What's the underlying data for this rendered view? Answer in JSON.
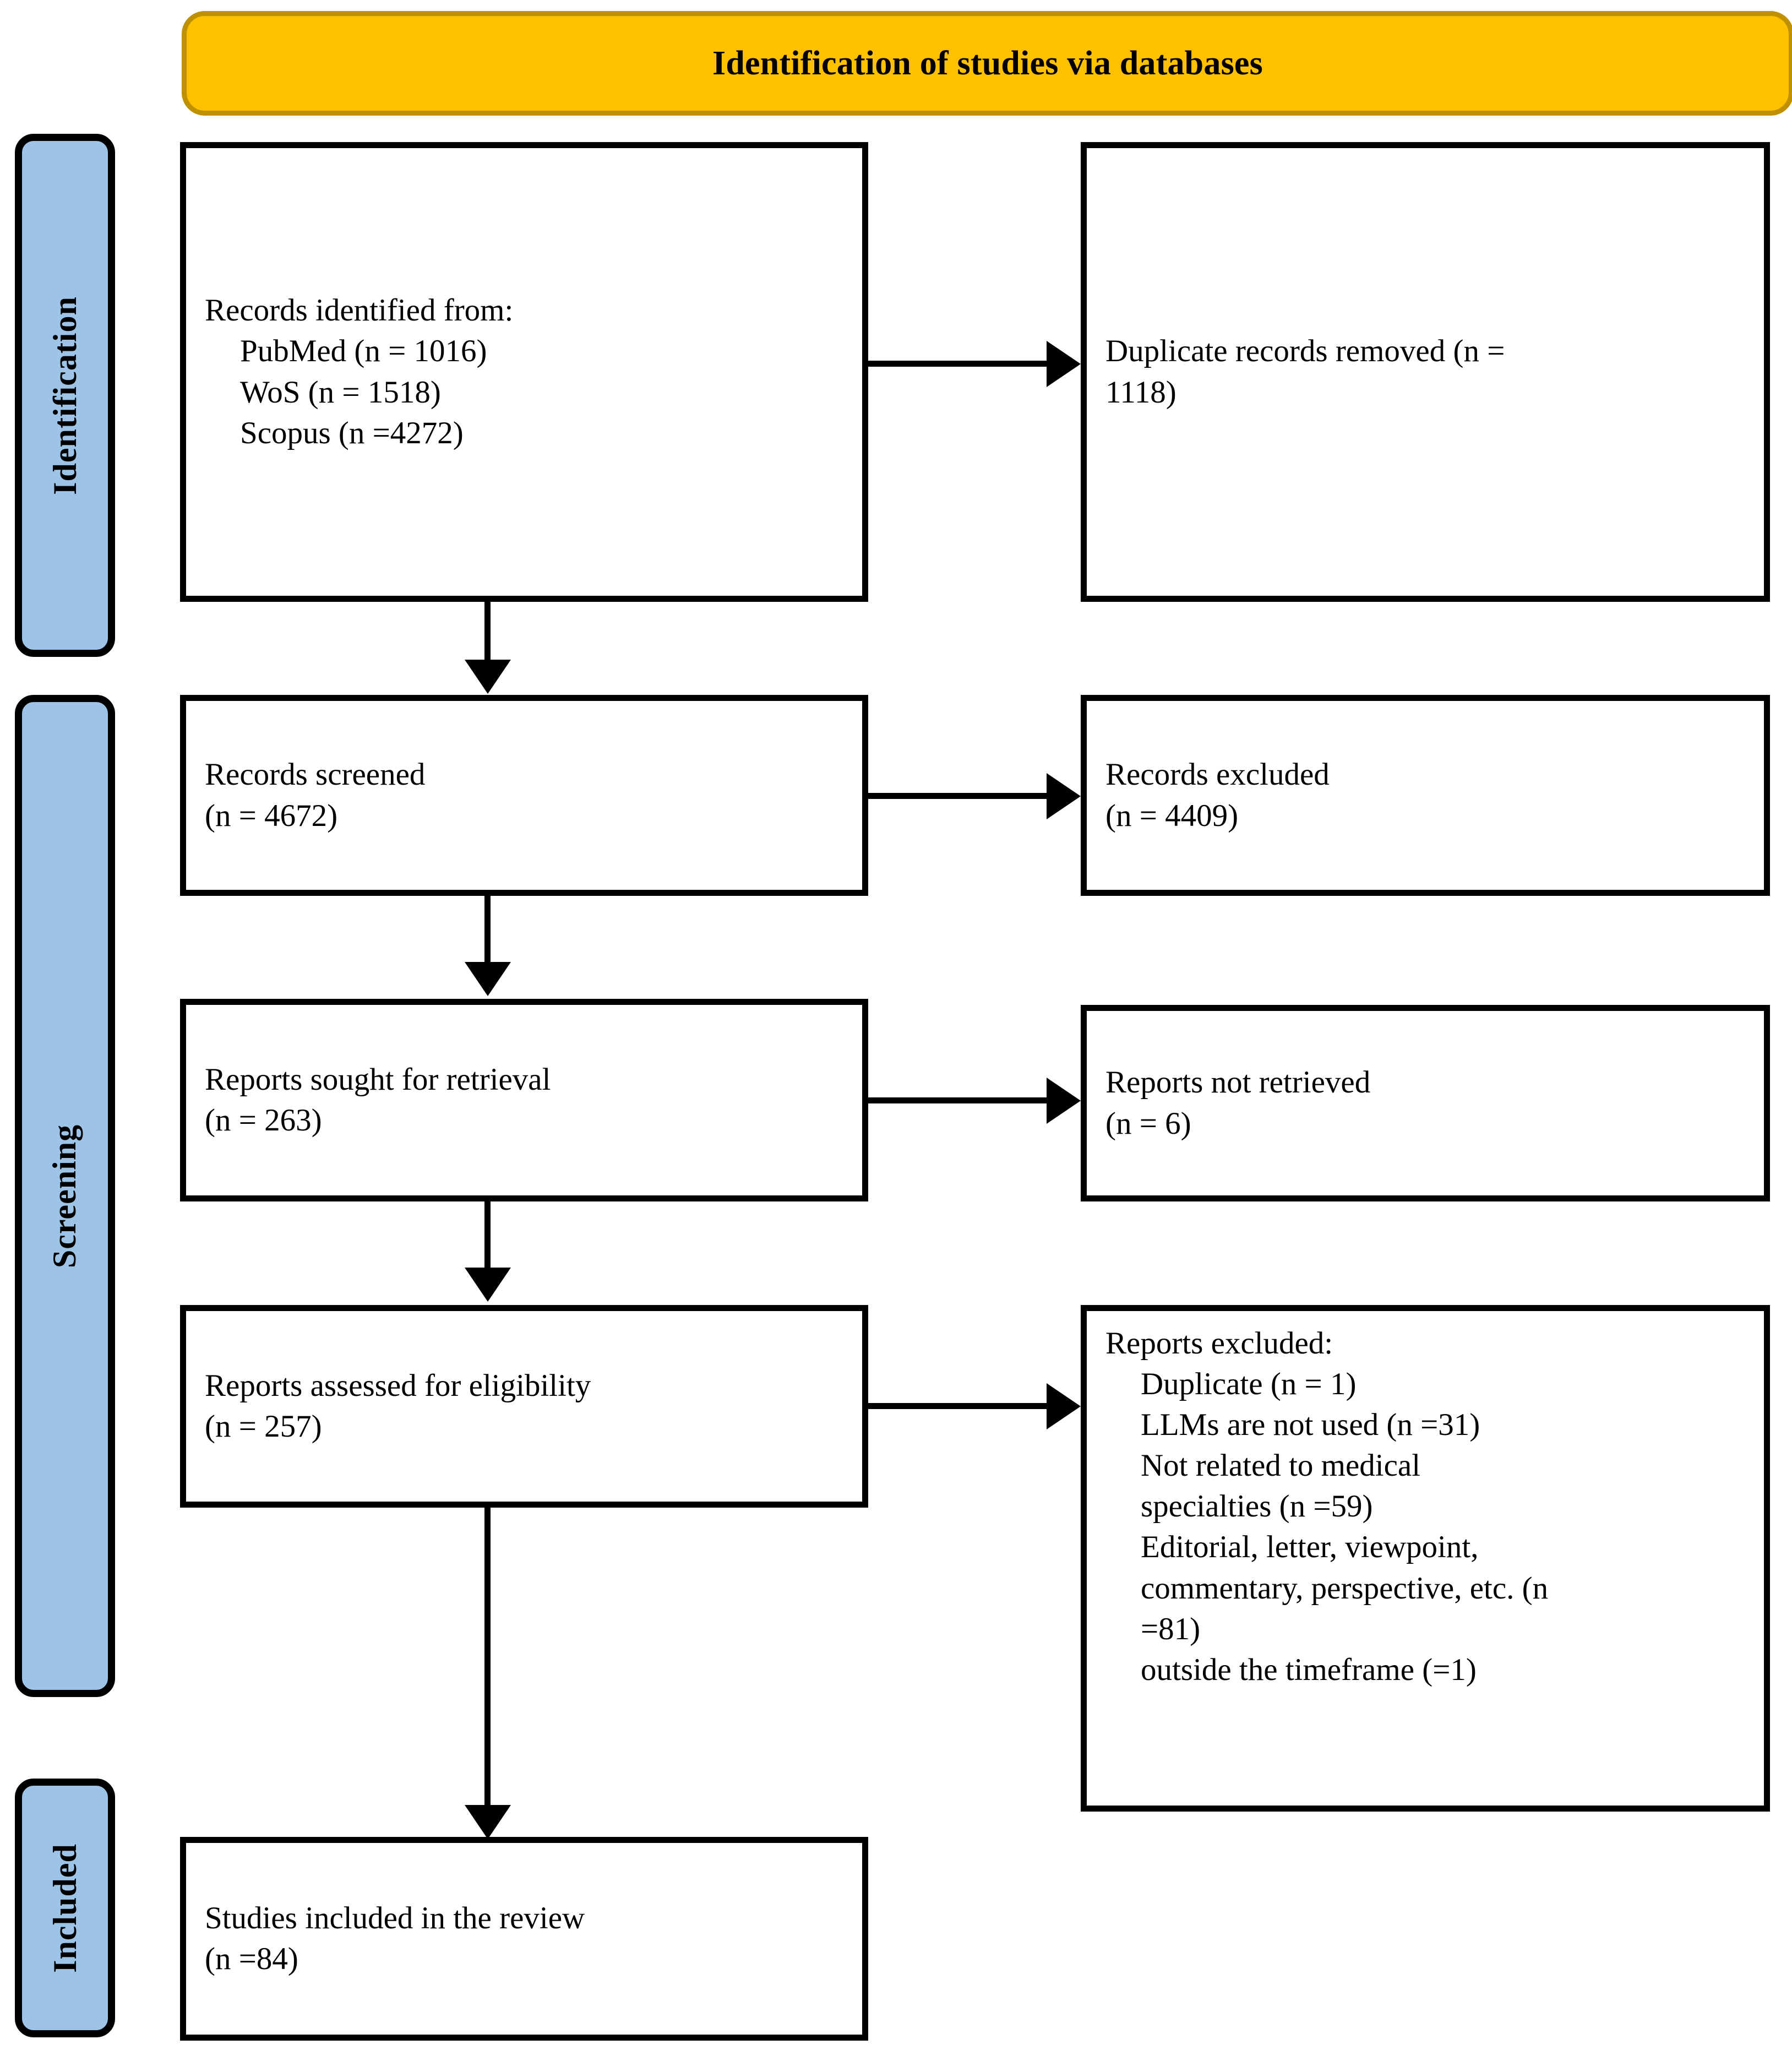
{
  "banner": {
    "title": "Identification of studies via databases",
    "fill": "#FFC000",
    "border": "#BF9000"
  },
  "stages": {
    "fill": "#9DC3E6",
    "border": "#000000",
    "items": [
      {
        "id": "identification",
        "label": "Identification"
      },
      {
        "id": "screening",
        "label": "Screening"
      },
      {
        "id": "included",
        "label": "Included"
      }
    ]
  },
  "boxes": {
    "records_identified": {
      "lines": [
        "Records identified from:",
        "PubMed (n = 1016)",
        "WoS (n = 1518)",
        "Scopus (n =4272)"
      ]
    },
    "duplicates_removed": {
      "lines": [
        "Duplicate records removed (n =",
        "1118)"
      ]
    },
    "records_screened": {
      "lines": [
        "Records screened",
        "(n = 4672)"
      ]
    },
    "records_excluded": {
      "lines": [
        "Records excluded",
        "(n = 4409)"
      ]
    },
    "reports_sought": {
      "lines": [
        "Reports sought for retrieval",
        "(n = 263)"
      ]
    },
    "reports_not_retrieved": {
      "lines": [
        "Reports not retrieved",
        "(n = 6)"
      ]
    },
    "reports_assessed": {
      "lines": [
        "Reports assessed for eligibility",
        "(n = 257)"
      ]
    },
    "reports_excluded": {
      "heading": "Reports excluded:",
      "reasons": [
        "Duplicate (n = 1)",
        "LLMs are not used (n =31)",
        "Not related to medical",
        "specialties (n =59)",
        "Editorial, letter, viewpoint,",
        "commentary, perspective, etc. (n",
        "=81)",
        "outside the timeframe (=1)"
      ]
    },
    "studies_included": {
      "lines": [
        "Studies included in the review",
        "(n =84)"
      ]
    }
  }
}
